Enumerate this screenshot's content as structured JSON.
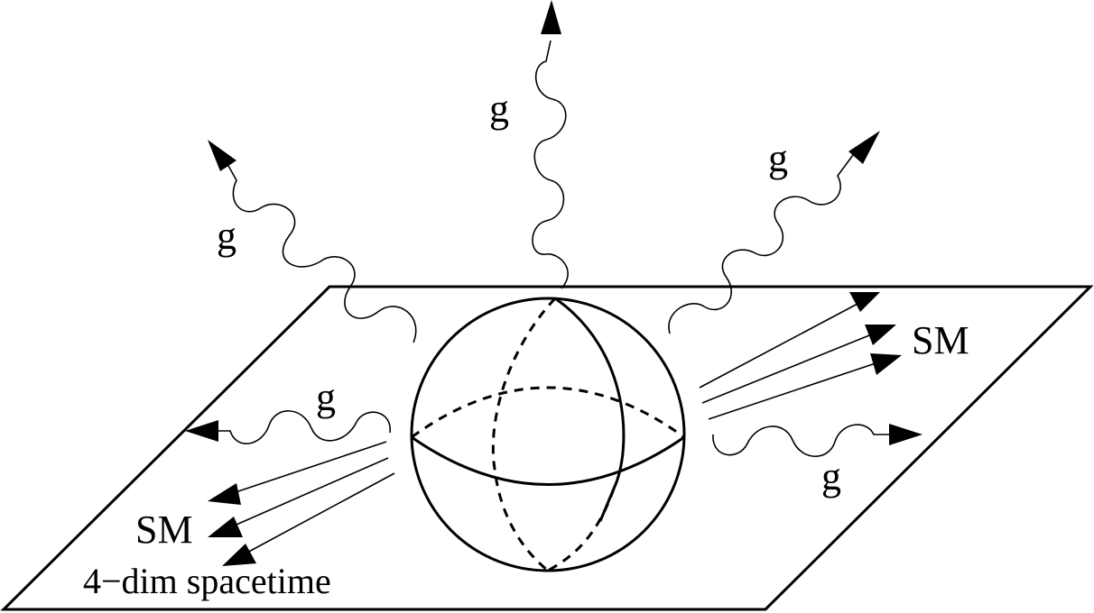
{
  "labels": {
    "graviton": "g",
    "standard_model": "SM",
    "brane": "4−dim spacetime"
  }
}
